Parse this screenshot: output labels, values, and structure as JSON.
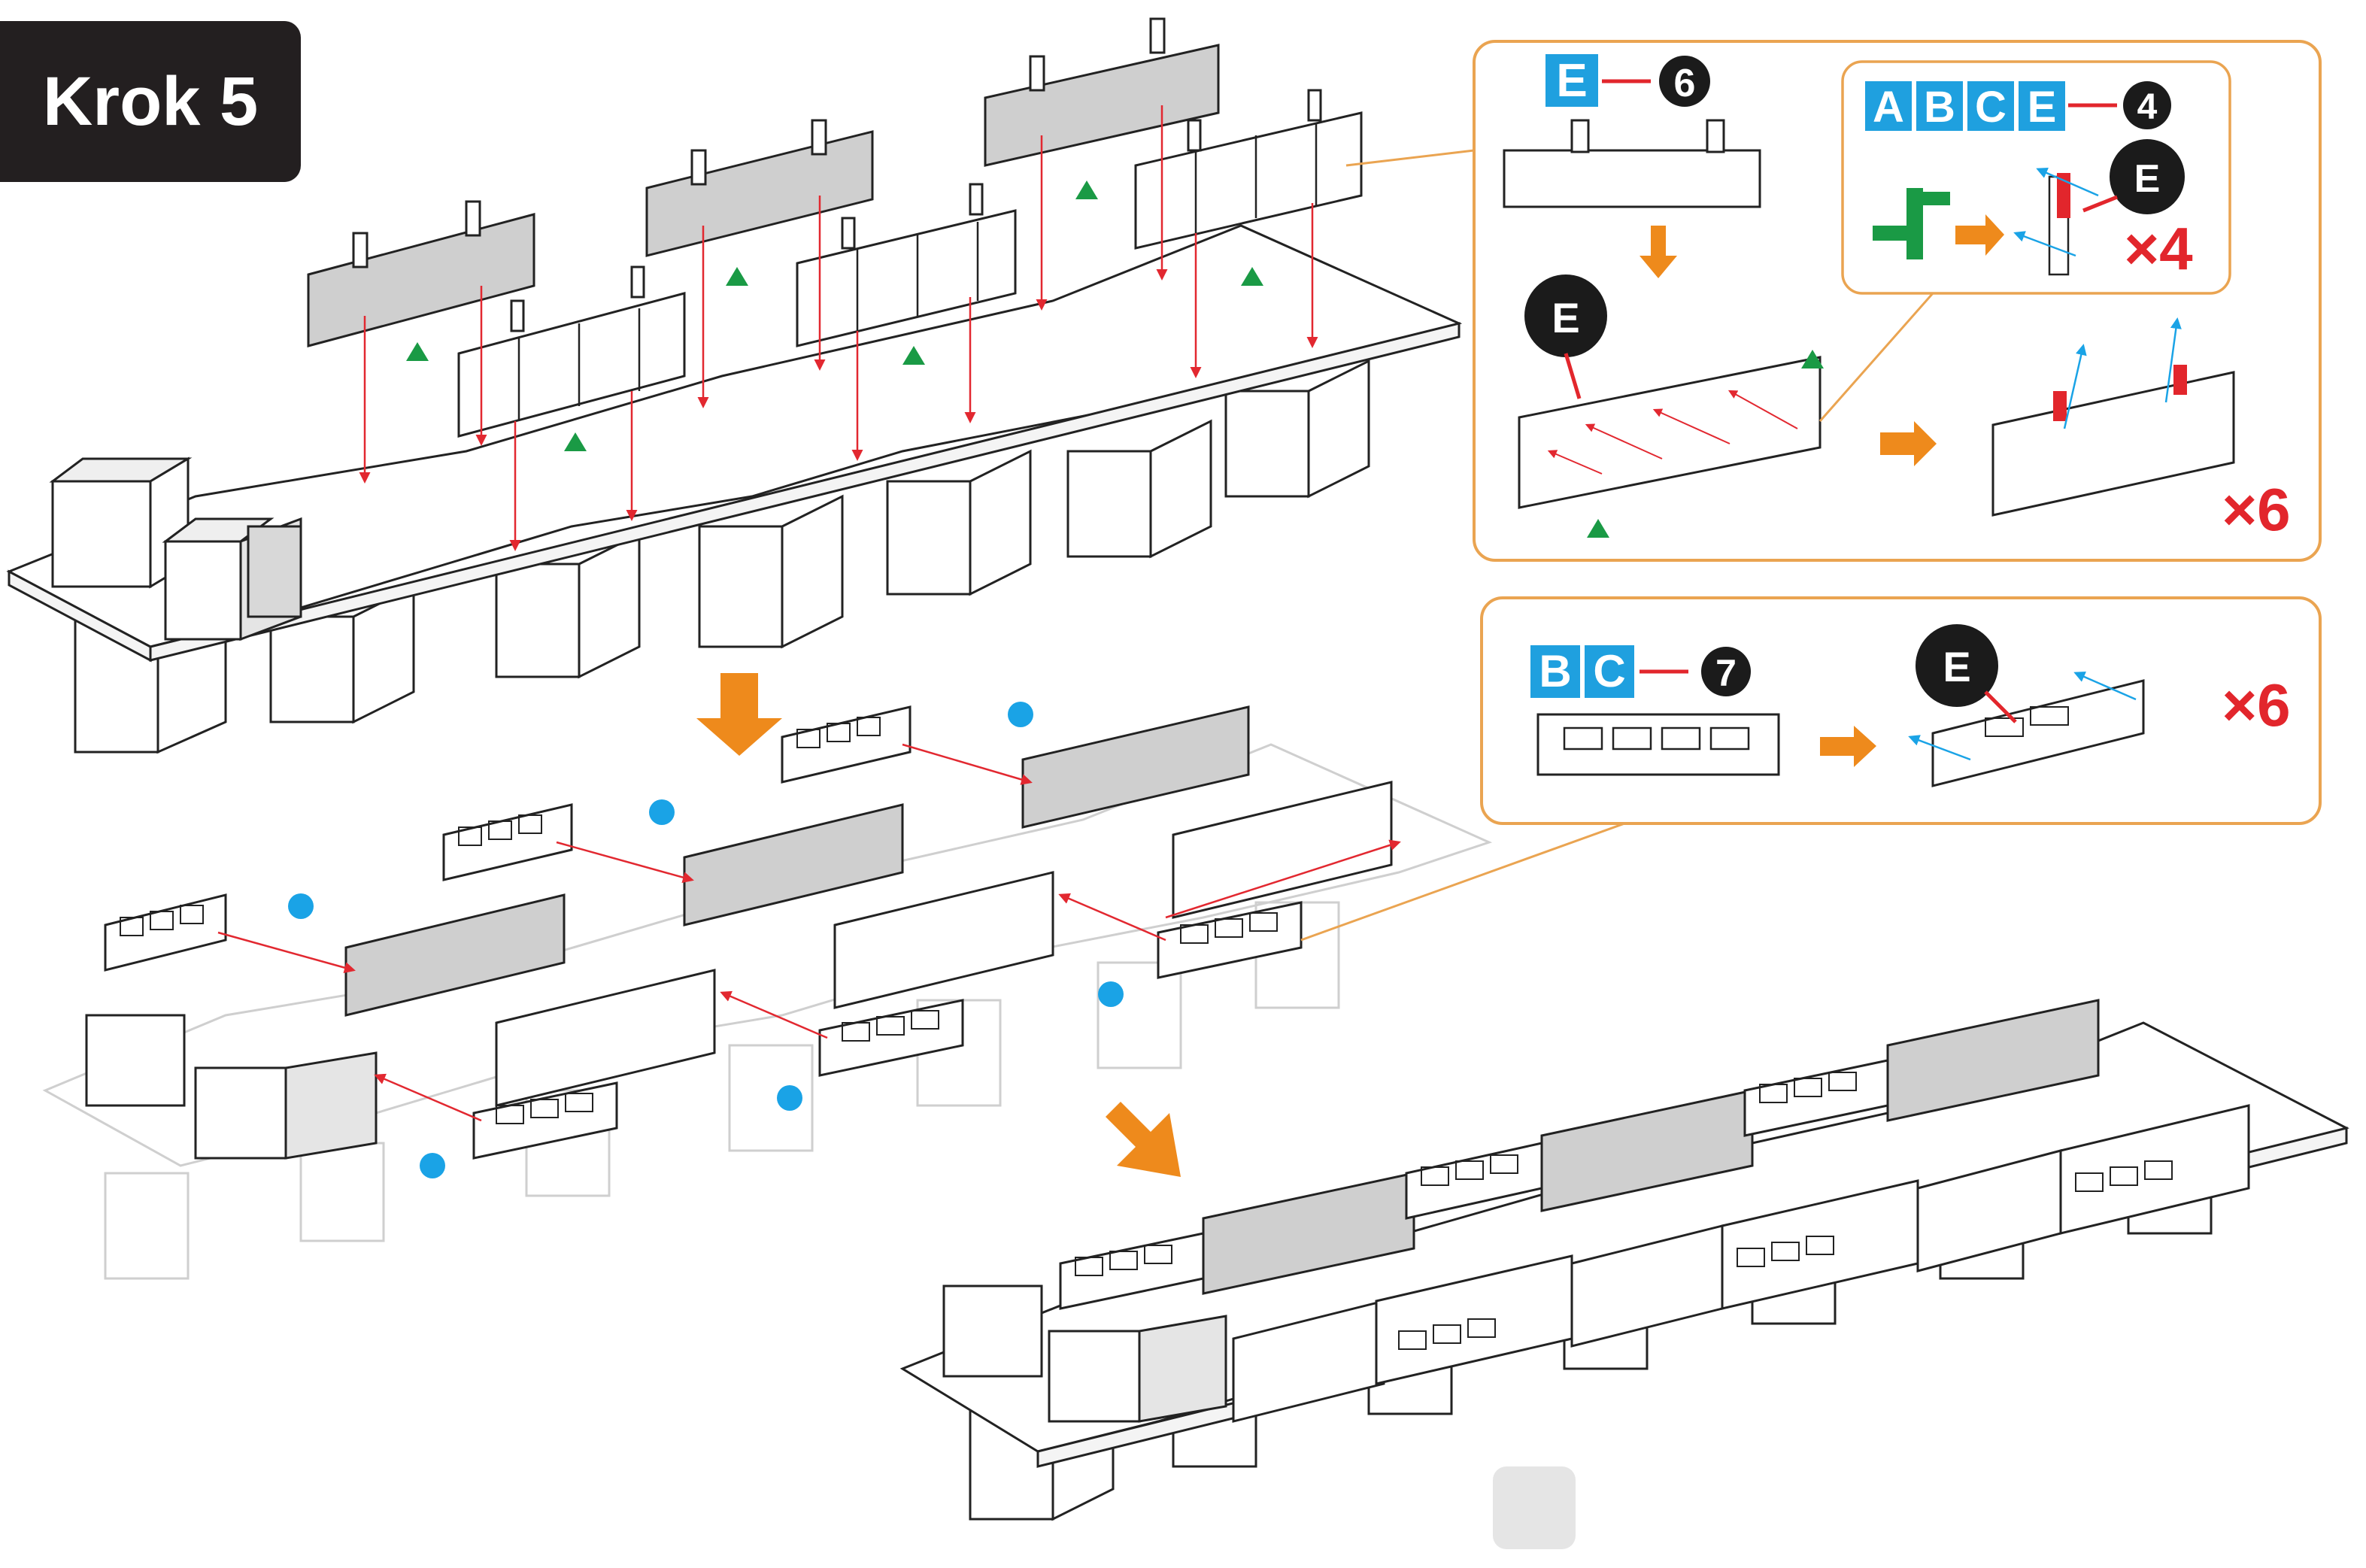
{
  "step": {
    "label": "Krok 5"
  },
  "panel_top": {
    "part_letters": [
      "E"
    ],
    "part_number": "6",
    "detail_part_letters": [
      "A",
      "B",
      "C",
      "E"
    ],
    "detail_part_number": "4",
    "detail_callout": "E",
    "detail_multiplier": "×4",
    "assembly_callout": "E",
    "multiplier": "×6"
  },
  "panel_mid": {
    "part_letters": [
      "B",
      "C"
    ],
    "part_number": "7",
    "callout": "E",
    "multiplier": "×6"
  },
  "legend_symbols": {
    "green_triangle": "triangle-marker-icon",
    "blue_dot": "dot-marker-icon",
    "orange_arrow": "arrow-icon"
  },
  "colors": {
    "badge_bg": "#231f20",
    "part_label_blue": "#1fa0df",
    "callout_black": "#1b1b1b",
    "count_red": "#e2262c",
    "panel_border": "#eaa451",
    "flow_arrow": "#ee8a1c",
    "marker_green": "#1a9a45",
    "marker_blue": "#1aa3e6",
    "guide_red": "#e22830",
    "grey_panel": "#cfcfcf"
  }
}
